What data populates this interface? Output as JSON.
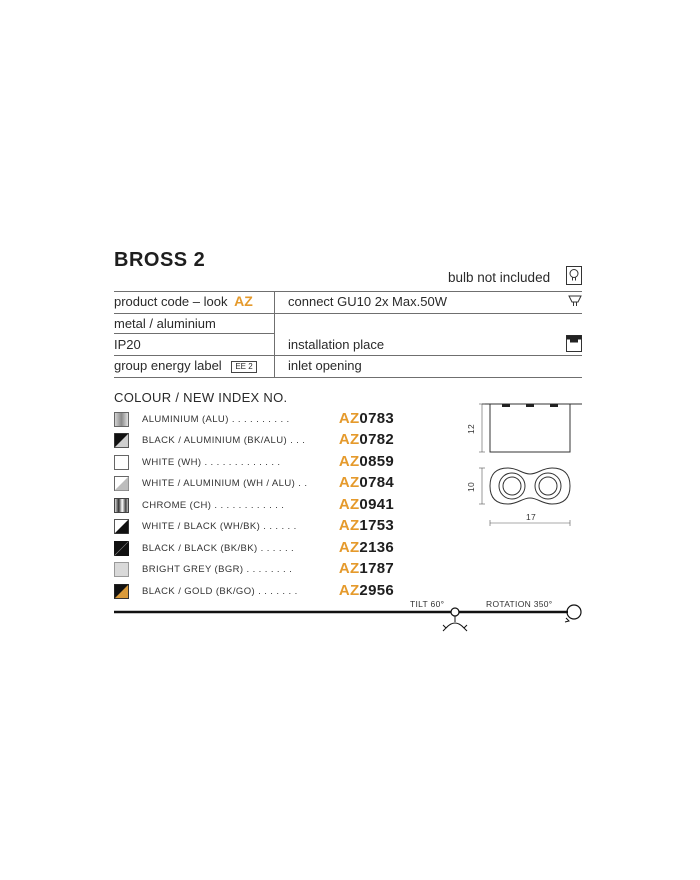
{
  "product": {
    "title": "BROSS 2",
    "bulb_note": "bulb not included",
    "icons": {
      "bulb": "bulb-icon",
      "gu10": "gu10-icon",
      "ceiling": "ceiling-mount-icon"
    }
  },
  "specs": {
    "product_code_label": "product code – look",
    "product_code_prefix": "AZ",
    "material": "metal / aluminium",
    "ip": "IP20",
    "energy_label": "group energy label",
    "energy_badge": "EE 2",
    "connect": "connect GU10 2x Max.50W",
    "installation": "installation place",
    "inlet": "inlet opening"
  },
  "colours": {
    "heading": "COLOUR / NEW INDEX NO.",
    "items": [
      {
        "label": "ALUMINIUM (ALU)",
        "dots": ". . . . . . . . . .",
        "prefix": "AZ",
        "code": "0783",
        "swatch": "aluminium"
      },
      {
        "label": "BLACK / ALUMINIUM (BK/ALU)",
        "dots": ". . .",
        "prefix": "AZ",
        "code": "0782",
        "swatch": "black-aluminium"
      },
      {
        "label": "WHITE (WH)",
        "dots": ". . . . . . . . . . . . .",
        "prefix": "AZ",
        "code": "0859",
        "swatch": "white"
      },
      {
        "label": "WHITE / ALUMINIUM (WH / ALU)",
        "dots": ". .",
        "prefix": "AZ",
        "code": "0784",
        "swatch": "white-aluminium"
      },
      {
        "label": "CHROME (CH)",
        "dots": ". . . . . . . . . . . .",
        "prefix": "AZ",
        "code": "0941",
        "swatch": "chrome"
      },
      {
        "label": "WHITE / BLACK (WH/BK)",
        "dots": ". . . . . .",
        "prefix": "AZ",
        "code": "1753",
        "swatch": "white-black"
      },
      {
        "label": "BLACK / BLACK (BK/BK)",
        "dots": ". . . . . .",
        "prefix": "AZ",
        "code": "2136",
        "swatch": "black-black"
      },
      {
        "label": "BRIGHT GREY (BGR)",
        "dots": ". . . . . . . .",
        "prefix": "AZ",
        "code": "1787",
        "swatch": "bright-grey"
      },
      {
        "label": "BLACK / GOLD (BK/GO)",
        "dots": ". . . . . . .",
        "prefix": "AZ",
        "code": "2956",
        "swatch": "black-gold"
      }
    ]
  },
  "drawing": {
    "height_dim": "12",
    "depth_dim": "10",
    "width_dim": "17"
  },
  "motion": {
    "tilt": "TILT 60°",
    "rotation": "ROTATION 350°"
  },
  "colors": {
    "accent": "#e59a2c",
    "text": "#2a2a2a",
    "rule": "#6f6f6f"
  }
}
